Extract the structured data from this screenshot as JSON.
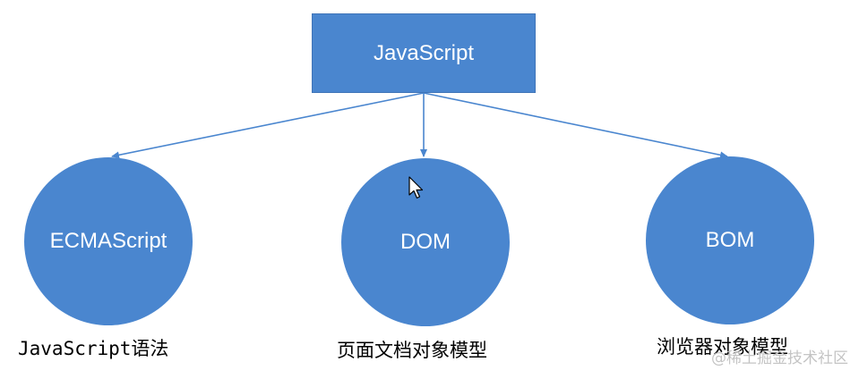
{
  "root": {
    "label": "JavaScript"
  },
  "nodes": [
    {
      "label": "ECMAScript",
      "caption": "JavaScript语法"
    },
    {
      "label": "DOM",
      "caption": "页面文档对象模型"
    },
    {
      "label": "BOM",
      "caption": "浏览器对象模型"
    }
  ],
  "watermark": "@稀土掘金技术社区",
  "colors": {
    "fill": "#4a86cf",
    "line": "#4a86cf",
    "label": "#ffffff"
  },
  "cursor_icon": "mouse-pointer-icon"
}
